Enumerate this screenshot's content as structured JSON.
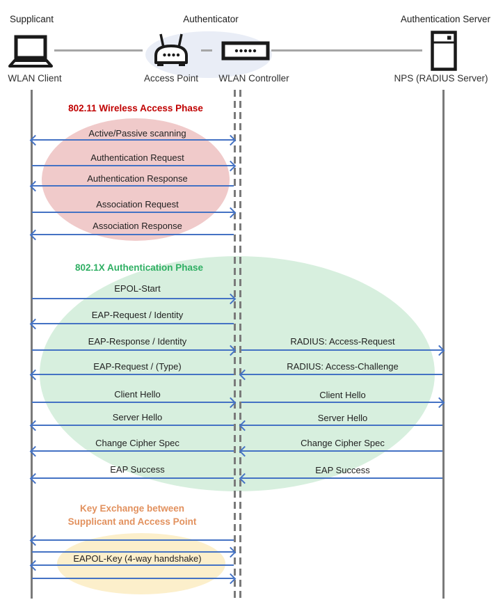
{
  "colors": {
    "arrow": "#4472C4",
    "lifeline": "#7A7A7A",
    "connector": "#A6A6A6",
    "phase-red": "#C00000",
    "phase-green": "#2FAF63",
    "phase-orange": "#E2915E",
    "ellipse-pink": "#F0CACA",
    "ellipse-green": "#D7EFDE",
    "ellipse-yellow": "#FCEFCB",
    "ellipse-blue": "#E9EDF6"
  },
  "header": {
    "roles": {
      "left": "Supplicant",
      "middle": "Authenticator",
      "right": "Authentication Server"
    },
    "devices": {
      "client": "WLAN Client",
      "access_point": "Access Point",
      "controller": "WLAN Controller",
      "server": "NPS (RADIUS Server)"
    }
  },
  "phases": {
    "p80211": {
      "title": "802.11 Wireless Access Phase"
    },
    "p8021x": {
      "title": "802.1X Authentication Phase"
    },
    "key_exchange": {
      "line1": "Key Exchange between",
      "line2": "Supplicant and Access Point"
    }
  },
  "messages": {
    "scanning": "Active/Passive scanning",
    "auth_request": "Authentication Request",
    "auth_response": "Authentication Response",
    "assoc_request": "Association Request",
    "assoc_response": "Association Response",
    "epol_start": "EPOL-Start",
    "eap_request_identity": "EAP-Request / Identity",
    "eap_response_identity": "EAP-Response / Identity",
    "radius_access_request": "RADIUS: Access-Request",
    "eap_request_type": "EAP-Request / (Type)",
    "radius_access_challenge": "RADIUS: Access-Challenge",
    "client_hello": "Client Hello",
    "server_hello": "Server Hello",
    "change_cipher_spec": "Change Cipher Spec",
    "eap_success": "EAP Success",
    "eapol_key": "EAPOL-Key (4-way handshake)"
  }
}
